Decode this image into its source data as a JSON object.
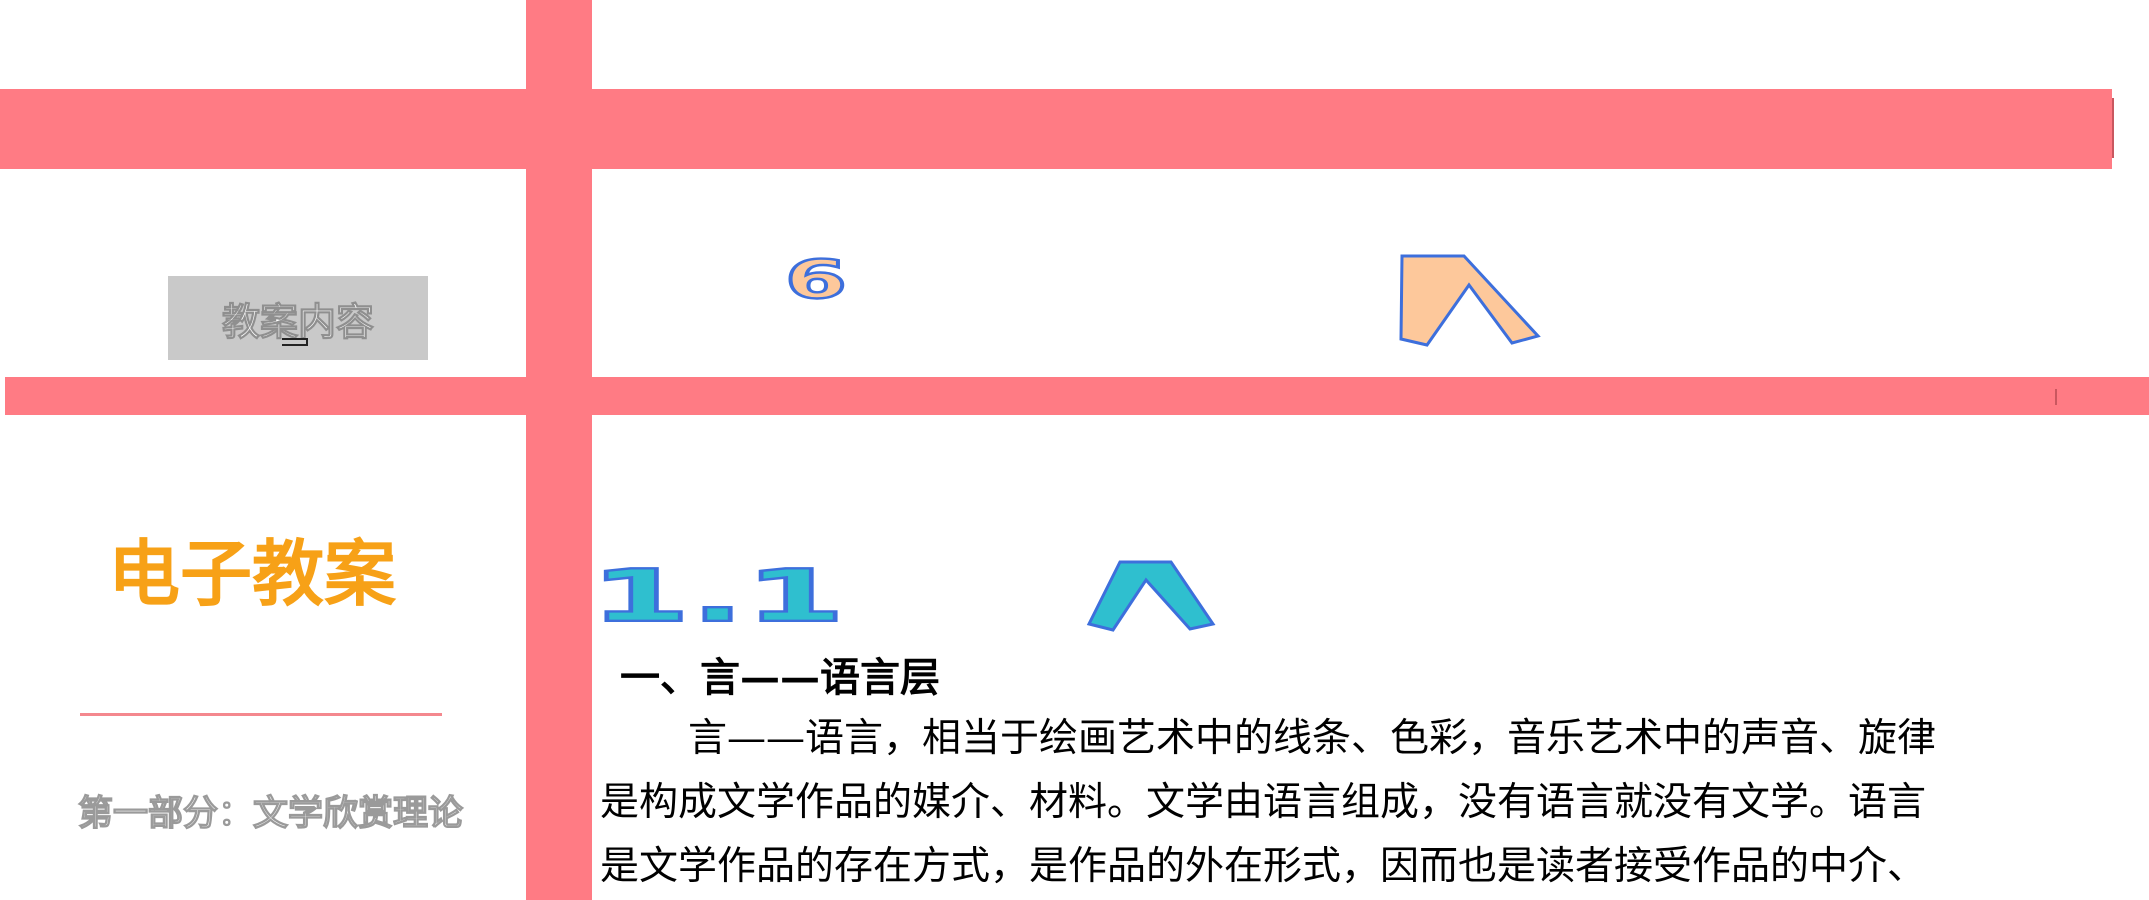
{
  "sidebar": {
    "label_box": "教案内容",
    "title": "电子教案",
    "part_label": "第一部分：文学欣赏理论"
  },
  "wordart": {
    "chapter_number": "6",
    "section_number": "1.1"
  },
  "content": {
    "heading": "一、言——语言层",
    "paragraph_lines": [
      "言——语言，相当于绘画艺术中的线条、色彩，音乐艺术中的声音、旋律",
      "是构成文学作品的媒介、材料。文学由语言组成，没有语言就没有文学。语言",
      "是文学作品的存在方式，是作品的外在形式，因而也是读者接受作品的中介、"
    ]
  },
  "colors": {
    "band": "#ff7b84",
    "title": "#f7a117",
    "wordart_peach": "#fdc89b",
    "wordart_teal": "#2fbfcf",
    "wordart_outline": "#3d6fdc"
  }
}
